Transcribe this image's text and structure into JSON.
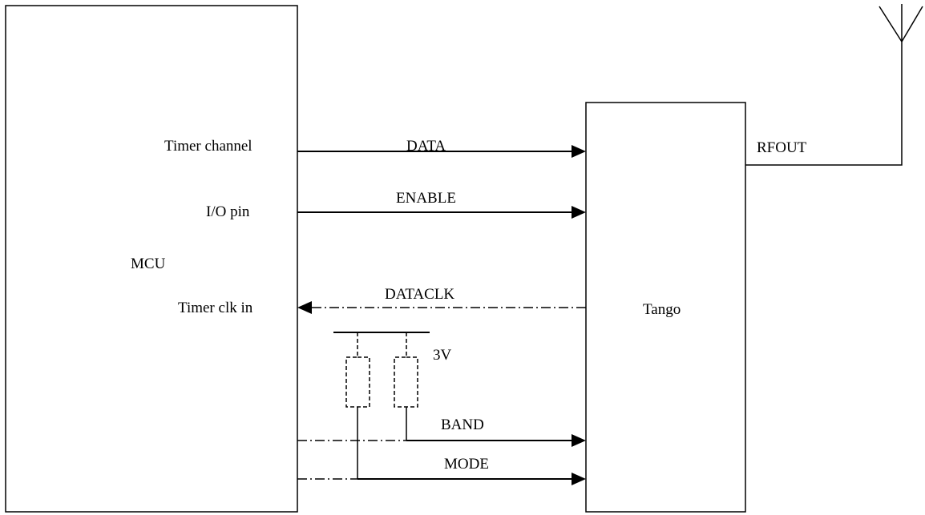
{
  "blocks": {
    "mcu": "MCU",
    "tango": "Tango"
  },
  "pins": {
    "timer_channel": "Timer channel",
    "io_pin": "I/O pin",
    "timer_clk_in": "Timer clk in"
  },
  "signals": {
    "data": "DATA",
    "enable": "ENABLE",
    "dataclk": "DATACLK",
    "band": "BAND",
    "mode": "MODE",
    "rfout": "RFOUT"
  },
  "supply": {
    "voltage": "3V"
  }
}
